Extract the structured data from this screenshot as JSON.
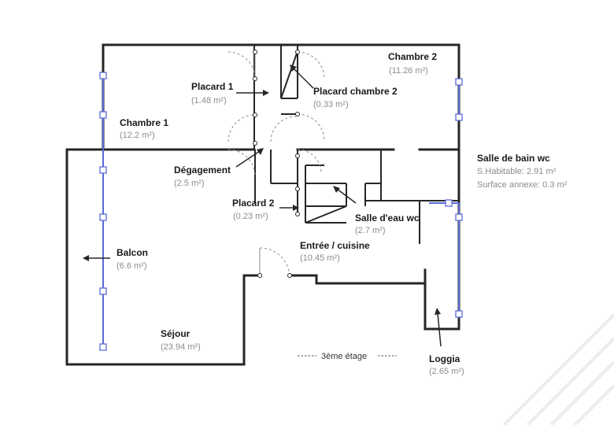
{
  "plan": {
    "floor_label": "3ème étage",
    "rooms": [
      {
        "name": "Chambre 1",
        "area": "(12.2 m²)"
      },
      {
        "name": "Placard 1",
        "area": "(1.48 m²)"
      },
      {
        "name": "Placard chambre 2",
        "area": "(0.33 m²)"
      },
      {
        "name": "Chambre 2",
        "area": "(11.26 m²)"
      },
      {
        "name": "Dégagement",
        "area": "(2.5 m²)"
      },
      {
        "name": "Placard 2",
        "area": "(0.23 m²)"
      },
      {
        "name": "Salle d'eau wc",
        "area": "(2.7 m²)"
      },
      {
        "name": "Balcon",
        "area": "(6.6 m²)"
      },
      {
        "name": "Entrée / cuisine",
        "area": "(10.45 m²)"
      },
      {
        "name": "Séjour",
        "area": "(23.94 m²)"
      },
      {
        "name": "Loggia",
        "area": "(2.65 m²)"
      }
    ],
    "salle_de_bain": {
      "name": "Salle de bain wc",
      "habitable": "S.Habitable: 2.91 m²",
      "annexe": "Surface annexe: 0.3 m²"
    }
  }
}
